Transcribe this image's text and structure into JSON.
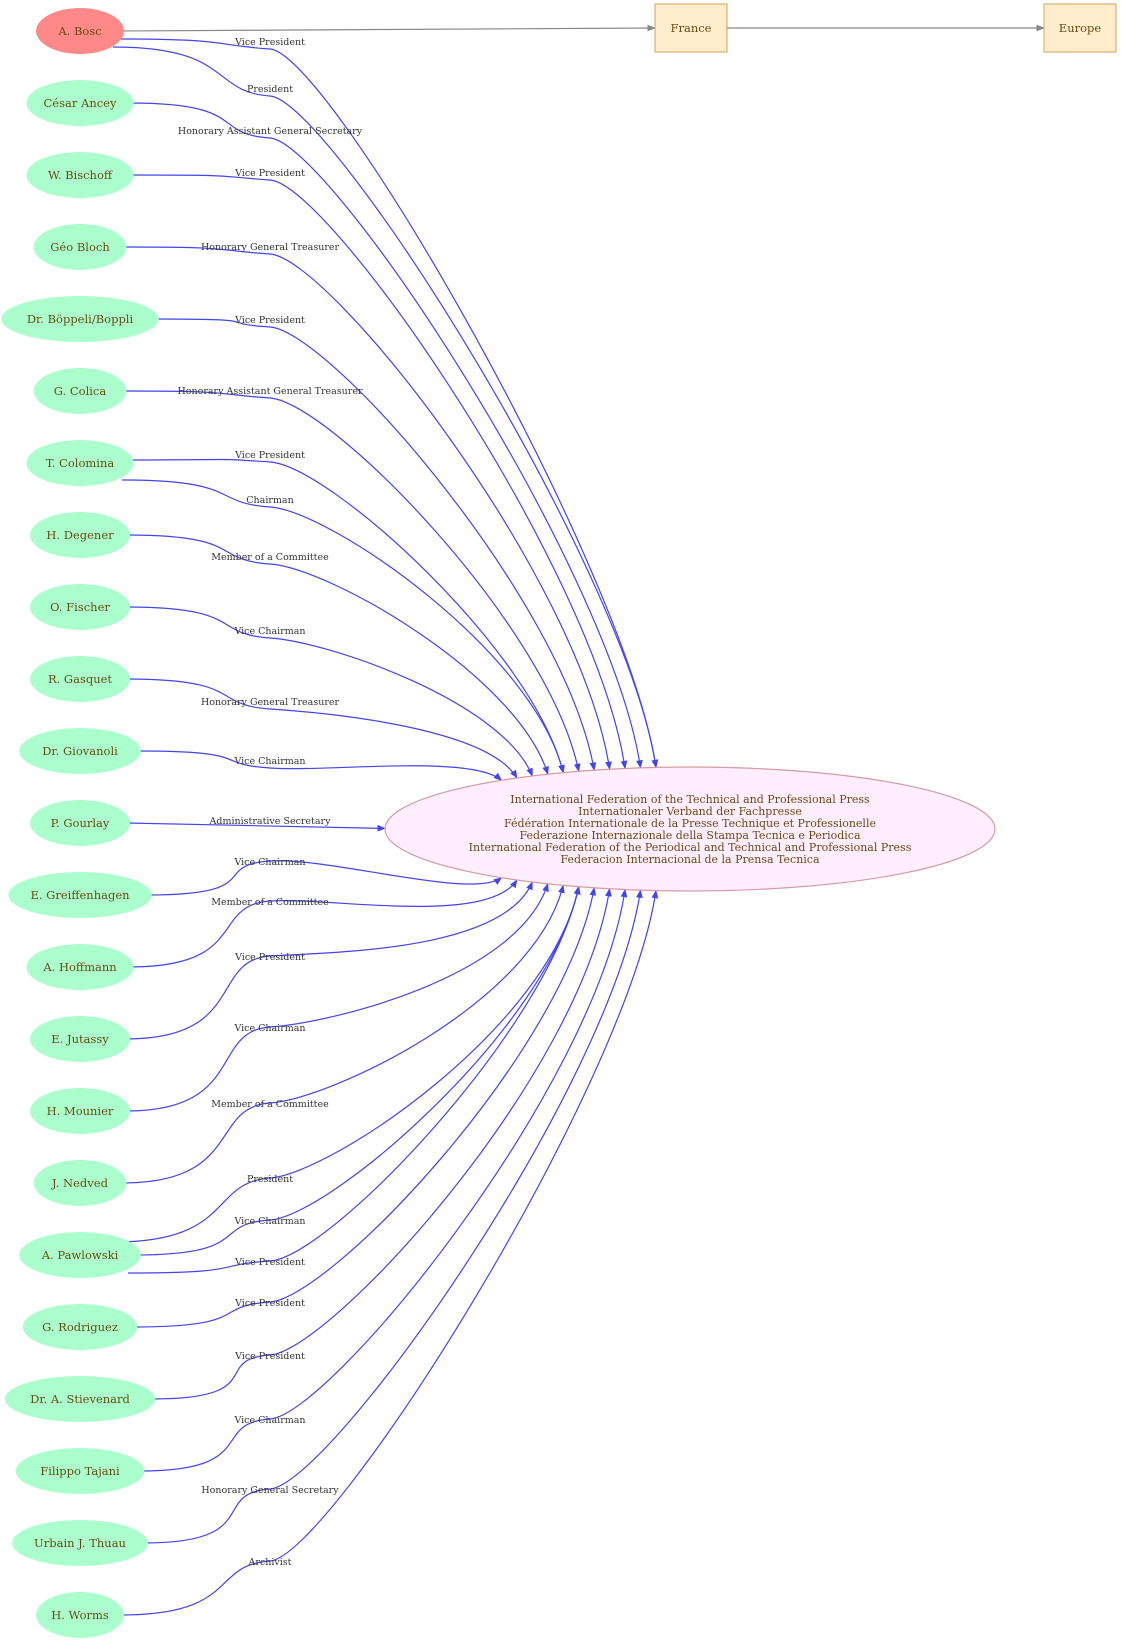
{
  "organization": {
    "lines": [
      "International Federation of the Technical and Professional Press",
      "Internationaler Verband der Fachpresse",
      "Fédération Internationale de la Presse Technique et Professionelle",
      "Federazione Internazionale della Stampa Tecnica e Periodica",
      "International Federation of the Periodical and Technical and Professional Press",
      "Federacion Internacional de la Prensa Tecnica"
    ]
  },
  "places": [
    "France",
    "Europe"
  ],
  "colors": {
    "person": "#aaffcc",
    "highlight": "#ff8888",
    "place": "#ffeecc",
    "organization": "#ffeeff",
    "edge": "#4444ee"
  },
  "people": [
    {
      "name": "A. Bosc",
      "highlight": true,
      "roles": [
        "Vice President",
        "President"
      ]
    },
    {
      "name": "César Ancey",
      "roles": [
        "Honorary Assistant General Secretary"
      ]
    },
    {
      "name": "W. Bischoff",
      "roles": [
        "Vice President"
      ]
    },
    {
      "name": "Géo Bloch",
      "roles": [
        "Honorary General Treasurer"
      ]
    },
    {
      "name": "Dr. Böppeli/Boppli",
      "roles": [
        "Vice President"
      ]
    },
    {
      "name": "G. Colica",
      "roles": [
        "Honorary Assistant General Treasurer"
      ]
    },
    {
      "name": "T. Colomina",
      "roles": [
        "Vice President",
        "Chairman"
      ]
    },
    {
      "name": "H. Degener",
      "roles": [
        "Member of a Committee"
      ]
    },
    {
      "name": "O. Fischer",
      "roles": [
        "Vice Chairman"
      ]
    },
    {
      "name": "R. Gasquet",
      "roles": [
        "Honorary General Treasurer"
      ]
    },
    {
      "name": "Dr. Giovanoli",
      "roles": [
        "Vice Chairman"
      ]
    },
    {
      "name": "P. Gourlay",
      "roles": [
        "Administrative Secretary"
      ]
    },
    {
      "name": "E. Greiffenhagen",
      "roles": [
        "Vice Chairman"
      ]
    },
    {
      "name": "A. Hoffmann",
      "roles": [
        "Member of a Committee"
      ]
    },
    {
      "name": "E. Jutassy",
      "roles": [
        "Vice President"
      ]
    },
    {
      "name": "H. Mounier",
      "roles": [
        "Vice Chairman"
      ]
    },
    {
      "name": "J. Nedved",
      "roles": [
        "Member of a Committee"
      ]
    },
    {
      "name": "A.  Pawlowski",
      "roles": [
        "President",
        "Vice Chairman",
        "Vice President"
      ]
    },
    {
      "name": "G. Rodriguez",
      "roles": [
        "Vice President"
      ]
    },
    {
      "name": "Dr. A. Stievenard",
      "roles": [
        "Vice President"
      ]
    },
    {
      "name": "Filippo Tajani",
      "roles": [
        "Vice Chairman"
      ]
    },
    {
      "name": "Urbain J. Thuau",
      "roles": [
        "Honorary General Secretary"
      ]
    },
    {
      "name": "H. Worms",
      "roles": [
        "Archivist"
      ]
    }
  ]
}
